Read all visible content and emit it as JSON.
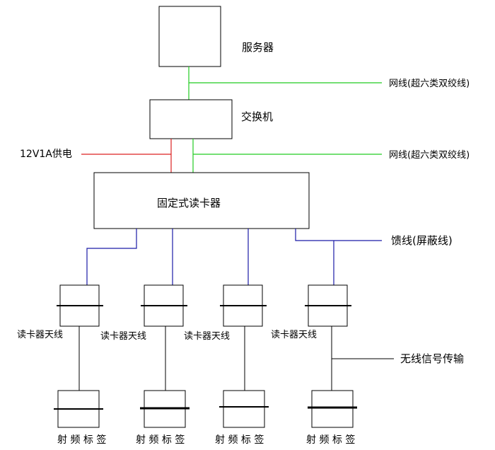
{
  "labels": {
    "server": "服务器",
    "switch": "交换机",
    "reader": "固定式读卡器",
    "power": "12V1A供电",
    "network_cable_1": "网线(超六类双绞线)",
    "network_cable_2": "网线(超六类双绞线)",
    "feeder": "馈线(屏蔽线)",
    "wireless": "无线信号传输"
  },
  "antennas": [
    {
      "label": "读卡器天线"
    },
    {
      "label": "读卡器天线"
    },
    {
      "label": "读卡器天线"
    },
    {
      "label": "读卡器天线"
    }
  ],
  "tags": [
    {
      "label": "射 频 标 签"
    },
    {
      "label": "射 频 标 签"
    },
    {
      "label": "射 频 标 签"
    },
    {
      "label": "射 频 标 签"
    }
  ],
  "colors": {
    "network": "#22cc22",
    "power": "#dd2222",
    "feeder": "#1a1aa6",
    "line": "#000000"
  }
}
